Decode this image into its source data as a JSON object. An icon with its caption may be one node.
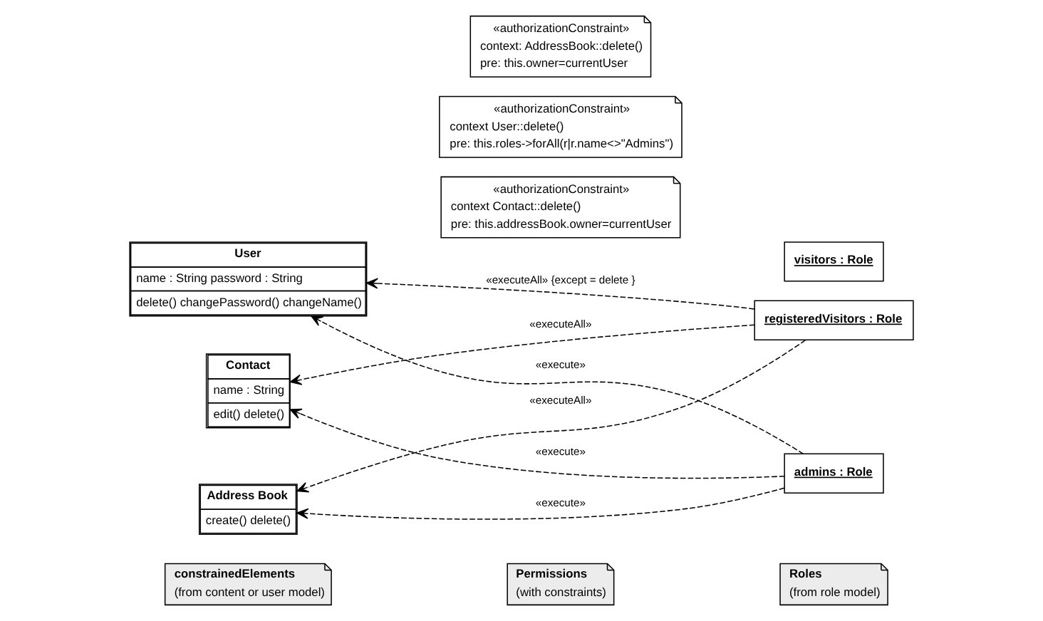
{
  "diagram": {
    "nodes": [
      {
        "text": [
          "constrainedElements",
          "(from content or user model)"
        ]
      },
      {
        "text": [
          "Permissions",
          "(with constraints)"
        ]
      },
      {
        "text": [
          "Roles",
          "(from role model)"
        ]
      },
      {
        "text": [
          "Contact",
          "name : String",
          "edit() delete()"
        ]
      },
      {
        "text": [
          "registeredVisitors : Role"
        ]
      },
      {
        "text": [
          "«authorizationConstraint»",
          "context Contact::delete()",
          "pre: this.addressBook.owner=currentUser"
        ]
      },
      {
        "text": [
          "visitors : Role"
        ]
      },
      {
        "text": [
          "User",
          "name : String password : String",
          "delete() changePassword() changeName()"
        ]
      },
      {
        "text": [
          "admins : Role"
        ]
      },
      {
        "text": [
          "«authorizationConstraint»",
          "context User::delete()",
          "pre: this.roles->forAll(r|r.name<>\"Admins\")"
        ]
      },
      {
        "text": [
          "Address Book",
          "create() delete()"
        ]
      },
      {
        "text": [
          "«authorizationConstraint»",
          "context: AddressBook::delete()",
          "pre: this.owner=currentUser"
        ]
      }
    ],
    "edges": [
      {
        "from": 4,
        "to": 3,
        "arrow": "to",
        "label": "«executeAll»",
        "style": "dashed"
      },
      {
        "from": 8,
        "to": 3,
        "arrow": "to",
        "label": "«execute»",
        "style": "dashed"
      },
      {
        "from": 4,
        "to": 7,
        "arrow": "to",
        "label": "«executeAll» {except = delete }",
        "style": "dashed"
      },
      {
        "from": 8,
        "to": 7,
        "arrow": "to",
        "label": "«execute»",
        "style": "dashed"
      },
      {
        "from": 8,
        "to": 10,
        "arrow": "to",
        "label": "«execute»",
        "style": "dashed"
      },
      {
        "from": 4,
        "to": 10,
        "arrow": "to",
        "label": "«executeAll»",
        "style": "dashed"
      }
    ]
  }
}
